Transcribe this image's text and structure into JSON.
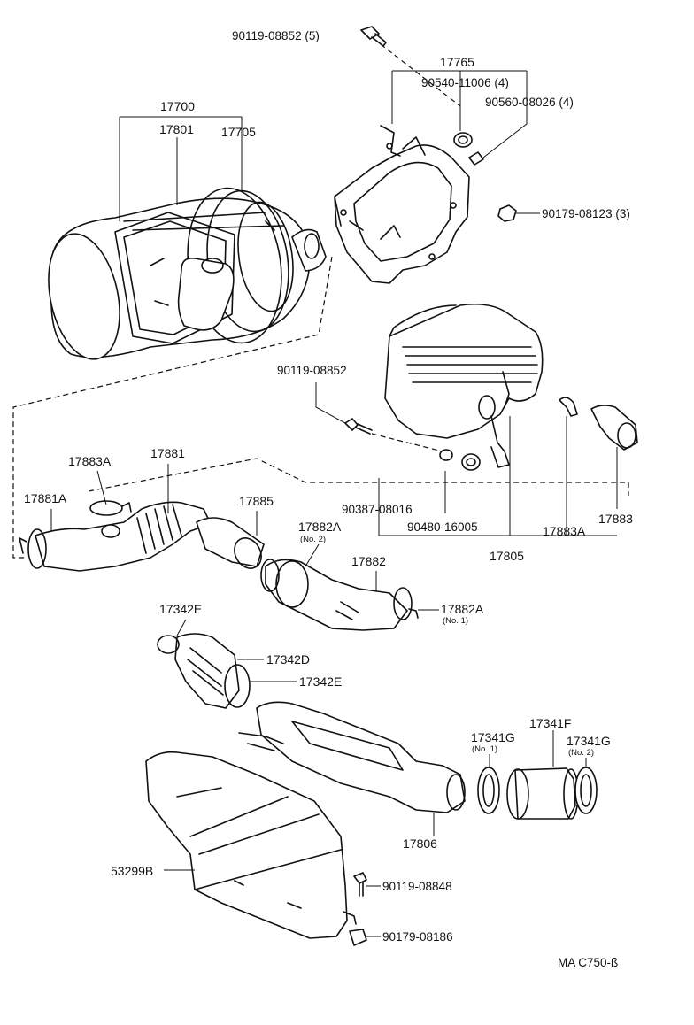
{
  "parts": {
    "bolt_90119_08852_5": "90119-08852 (5)",
    "bracket_17765": "17765",
    "grommet_90540_11006_4": "90540-11006 (4)",
    "collar_90560_08026_4": "90560-08026 (4)",
    "nut_90179_08123_3": "90179-08123 (3)",
    "cleaner_17700": "17700",
    "cap_17801": "17801",
    "case_17705": "17705",
    "bolt_90119_08852": "90119-08852",
    "clamp_17883A_left": "17883A",
    "hose_17881": "17881",
    "clamp_17881A": "17881A",
    "hose_17885": "17885",
    "clamp_17882A_no2": "17882A",
    "clamp_17882A_no2_sub": "(No. 2)",
    "hose_17882": "17882",
    "clamp_17882A_no1": "17882A",
    "clamp_17882A_no1_sub": "(No. 1)",
    "grommet_90387_08016": "90387-08016",
    "cushion_90480_16005": "90480-16005",
    "resonator_17805": "17805",
    "clamp_17883A_right": "17883A",
    "hose_17883": "17883",
    "clamp_17342E_top": "17342E",
    "hose_17342D": "17342D",
    "clamp_17342E": "17342E",
    "clamp_17341G_no1": "17341G",
    "clamp_17341G_no1_sub": "(No. 1)",
    "hose_17341F": "17341F",
    "clamp_17341G_no2": "17341G",
    "clamp_17341G_no2_sub": "(No. 2)",
    "duct_17806": "17806",
    "cover_53299B": "53299B",
    "bolt_90119_08848": "90119-08848",
    "nut_90179_08186": "90179-08186"
  },
  "footer": {
    "code": "MA C750-ß"
  }
}
